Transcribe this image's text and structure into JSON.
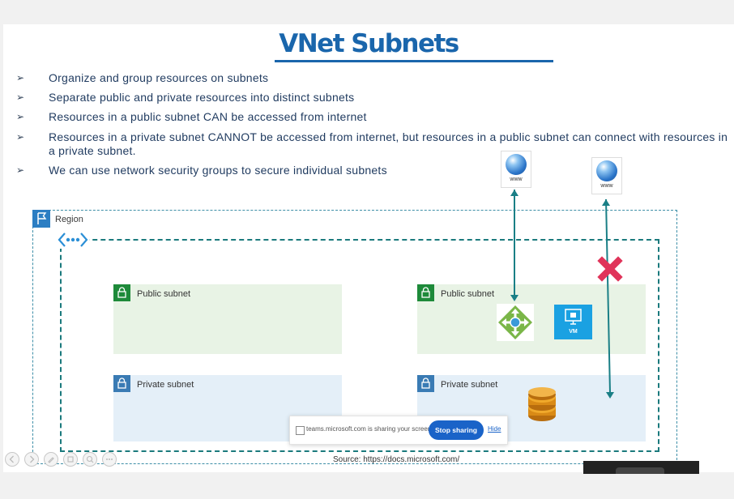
{
  "slide": {
    "title": "VNet Subnets",
    "bullet_symbol": "➢",
    "bullets": [
      "Organize and group resources on subnets",
      "Separate public and private resources into distinct subnets",
      "Resources in a public subnet CAN be accessed from internet",
      "Resources in a private subnet CANNOT be accessed from internet, but resources in a public subnet can connect with resources in a private subnet.",
      "We can use network security groups to secure individual subnets"
    ]
  },
  "diagram": {
    "region_label": "Region",
    "subnets": {
      "left_public": "Public subnet",
      "left_private": "Private subnet",
      "right_public": "Public subnet",
      "right_private": "Private subnet"
    },
    "globe_label_1": "www",
    "globe_label_2": "www",
    "vm_label": "VM"
  },
  "share_bar": {
    "message": "teams.microsoft.com is sharing your screen.",
    "stop_label": "Stop sharing",
    "hide_label": "Hide"
  },
  "source_text": "Source: https://docs.microsoft.com/",
  "colors": {
    "title": "#1a66ac",
    "arrow": "#1a7f86",
    "blocked": "#e0345a",
    "public_subnet": "#e8f3e5",
    "private_subnet": "#e4eff8",
    "stop_button": "#1a63c8"
  },
  "icons": {
    "region": "region-flag-icon",
    "vnet": "vnet-icon",
    "lock": "lock-icon",
    "globe": "globe-icon",
    "blocked": "x-mark-icon",
    "load_balancer": "load-balancer-icon",
    "vm": "vm-icon",
    "database": "database-icon"
  }
}
